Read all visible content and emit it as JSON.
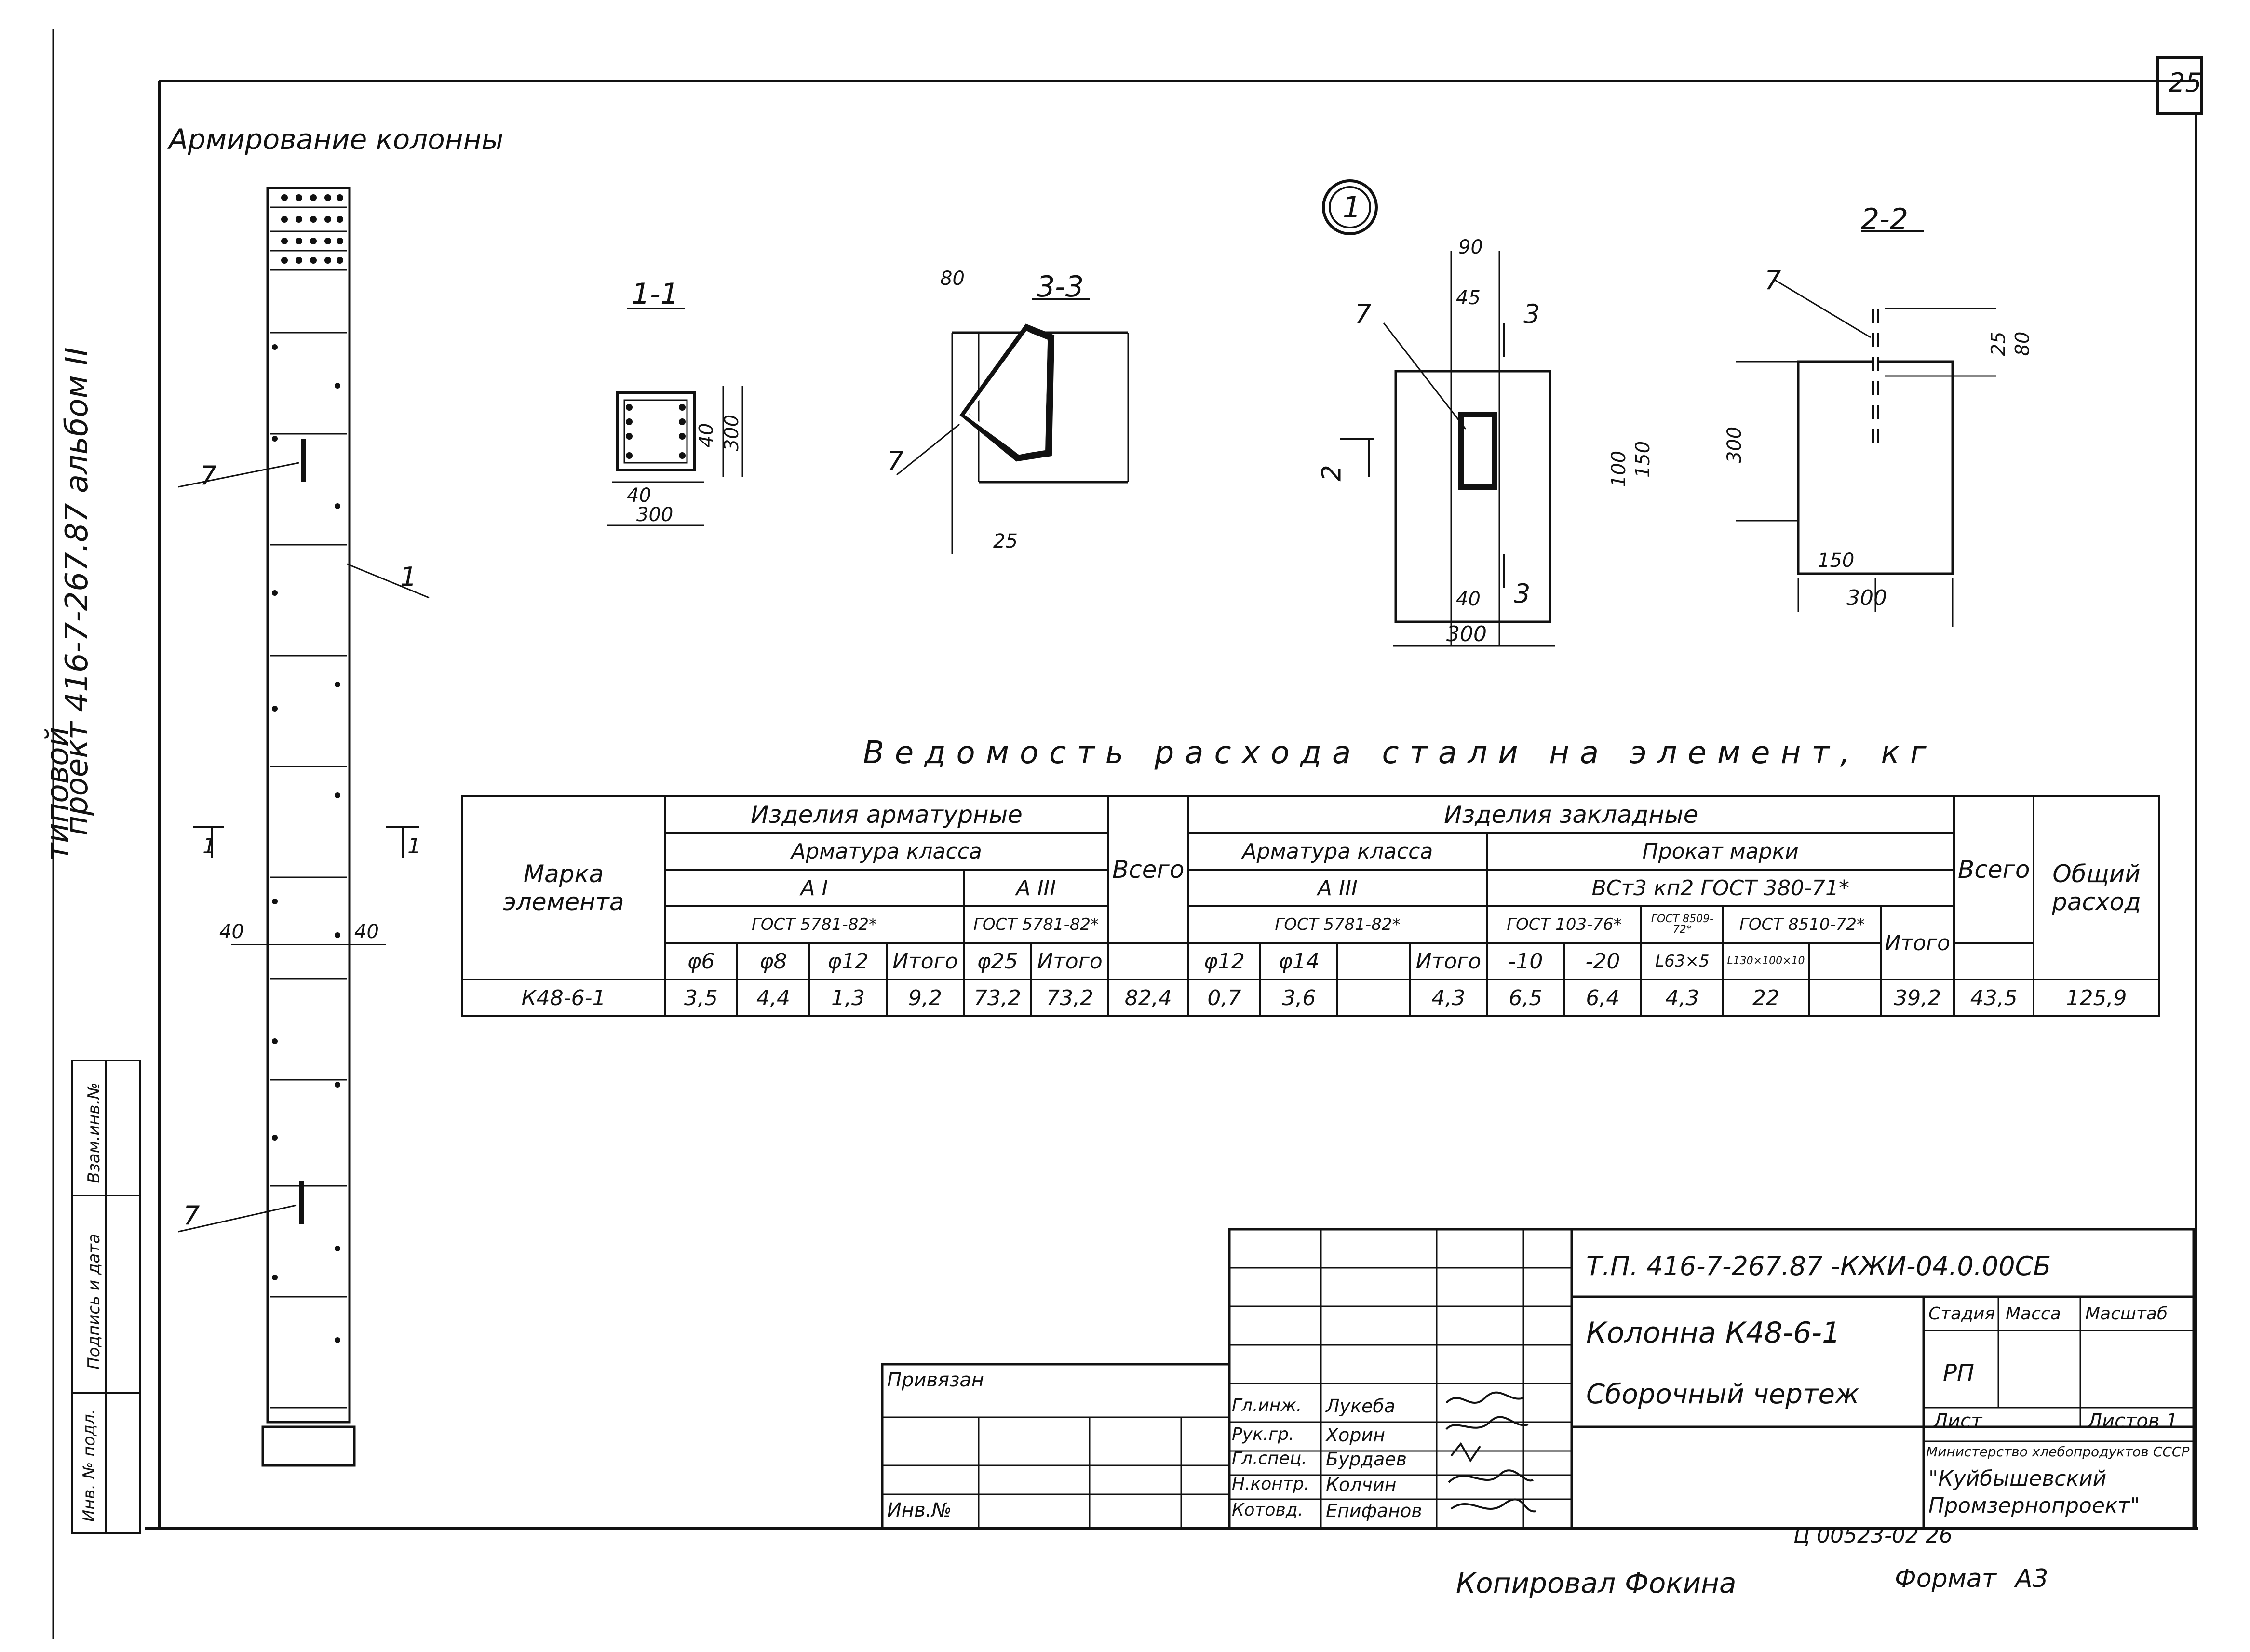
{
  "sheet_number": "25",
  "drawing_title": "Армирование колонны",
  "side_stamp": {
    "project_label": "проект 416-7-267.87 альбом II",
    "type_label": "типовой",
    "inv_labels": [
      "Инв. № подл.",
      "Подпись и дата",
      "Взам.инв.№"
    ]
  },
  "column_callouts": {
    "top_mark": "7",
    "bottom_mark": "7",
    "position_1": "1",
    "dim_40_left": "40",
    "dim_40_right": "40",
    "section_1_left": "1",
    "section_1_right": "1"
  },
  "section_1_1": {
    "title": "1-1",
    "dims": [
      "40",
      "300",
      "40",
      "300"
    ]
  },
  "section_3_3": {
    "title": "3-3",
    "dims": [
      "80",
      "25"
    ],
    "mark": "7"
  },
  "node_1": {
    "title": "1",
    "dims": [
      "90",
      "45",
      "100",
      "150",
      "40",
      "300"
    ],
    "mark": "7",
    "section_marks": [
      "3",
      "3",
      "2"
    ]
  },
  "section_2_2": {
    "title": "2-2",
    "dims": [
      "25",
      "80",
      "300",
      "150",
      "300"
    ],
    "mark": "7"
  },
  "table": {
    "title": "Ведомость расхода стали на элемент, кг",
    "marka_header": "Марка элемента",
    "group_armatur": "Изделия арматурные",
    "group_zaklad": "Изделия закладные",
    "armatura_klassa": "Арматура класса",
    "armatura_klassa_2": "Арматура класса",
    "prokat_marki": "Прокат марки",
    "class_AI": "А I",
    "class_AIII": "А III",
    "class_AIII_2": "А III",
    "vsego": "Всего",
    "vsego_2": "Всего",
    "obshchiy": "Общий расход",
    "steel_grade": "ВСт3 кп2 ГОСТ 380-71*",
    "gost_5781": "ГОСТ 5781-82*",
    "gost_5781_b": "ГОСТ 5781-82*",
    "gost_5781_c": "ГОСТ 5781-82*",
    "gost_103": "ГОСТ 103-76*",
    "gost_8509": "ГОСТ 8509-72*",
    "gost_8510": "ГОСТ 8510-72*",
    "cols": [
      "φ6",
      "φ8",
      "φ12",
      "Итого",
      "φ25",
      "Итого",
      "φ12",
      "φ14",
      "",
      "Итого",
      "-10",
      "-20",
      "L63×5",
      "L130×100×10",
      "",
      "Итого"
    ],
    "row": {
      "marka": "К48-6-1",
      "values": [
        "3,5",
        "4,4",
        "1,3",
        "9,2",
        "73,2",
        "73,2",
        "82,4",
        "0,7",
        "3,6",
        "",
        "4,3",
        "6,5",
        "6,4",
        "4,3",
        "22",
        "",
        "39,2",
        "43,5",
        "125,9"
      ]
    }
  },
  "title_block": {
    "code": "Т.П. 416-7-267.87 -КЖИ-04.0.00СБ",
    "name": "Колонна К48-6-1",
    "doc_type": "Сборочный чертеж",
    "stadia_label": "Стадия",
    "massa_label": "Масса",
    "masshtab_label": "Масштаб",
    "stadia": "РП",
    "list_label": "Лист",
    "listov_label": "Листов 1",
    "org": "Министерство хлебопродуктов СССР",
    "org_name": "\"Куйбышевский Промзернопроект\"",
    "privyazan": "Привязан",
    "inv_n": "Инв.№",
    "roles": [
      {
        "role": "Гл.инж.",
        "name": "Лукеба"
      },
      {
        "role": "Рук.гр.",
        "name": "Хорин"
      },
      {
        "role": "Гл.спец.",
        "name": "Бурдаев"
      },
      {
        "role": "Н.контр.",
        "name": "Колчин"
      },
      {
        "role": "Котовд.",
        "name": "Епифанов"
      }
    ]
  },
  "footer": {
    "archive": "Ц 00523-02 26",
    "copied_label": "Копировал",
    "copied_by": "Фокина",
    "format_label": "Формат",
    "format_value": "А3"
  }
}
